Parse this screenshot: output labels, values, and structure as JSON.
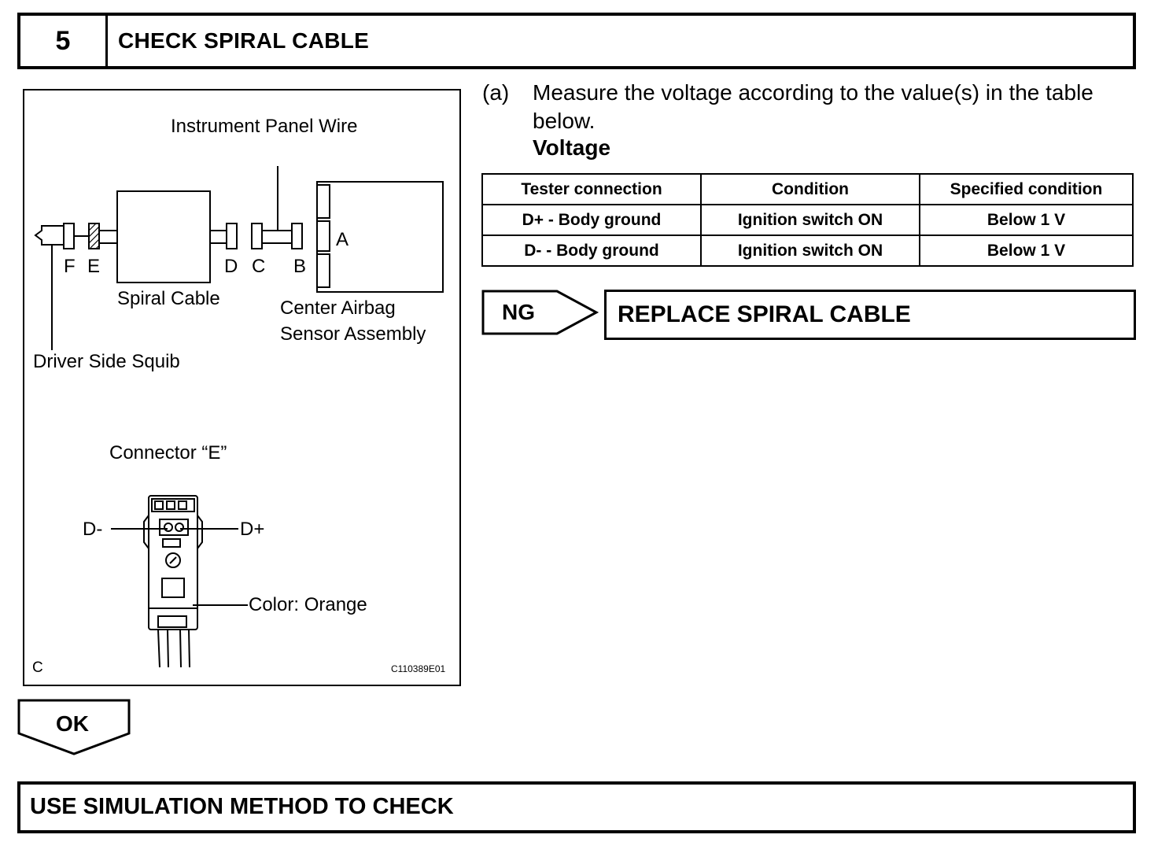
{
  "header": {
    "step_number": "5",
    "title": "CHECK SPIRAL CABLE"
  },
  "figure": {
    "labels": {
      "instrument_panel_wire": "Instrument Panel Wire",
      "conn_f": "F",
      "conn_e": "E",
      "conn_d": "D",
      "conn_c": "C",
      "conn_b": "B",
      "conn_a": "A",
      "spiral_cable": "Spiral Cable",
      "center_airbag_1": "Center Airbag",
      "center_airbag_2": "Sensor Assembly",
      "driver_side_squib": "Driver Side Squib",
      "connector_e_title": "Connector “E”",
      "d_minus": "D-",
      "d_plus": "D+",
      "color_note": "Color: Orange",
      "corner_c": "C",
      "figure_code": "C110389E01"
    }
  },
  "instruction": {
    "marker": "(a)",
    "text": "Measure the voltage according to the value(s) in the table below.",
    "subheading": "Voltage"
  },
  "table": {
    "headers": [
      "Tester connection",
      "Condition",
      "Specified condition"
    ],
    "rows": [
      [
        "D+ - Body ground",
        "Ignition switch ON",
        "Below 1 V"
      ],
      [
        "D- - Body ground",
        "Ignition switch ON",
        "Below 1 V"
      ]
    ]
  },
  "ng": {
    "label": "NG",
    "result": "REPLACE SPIRAL CABLE"
  },
  "ok": {
    "label": "OK",
    "result": "USE SIMULATION METHOD TO CHECK"
  }
}
